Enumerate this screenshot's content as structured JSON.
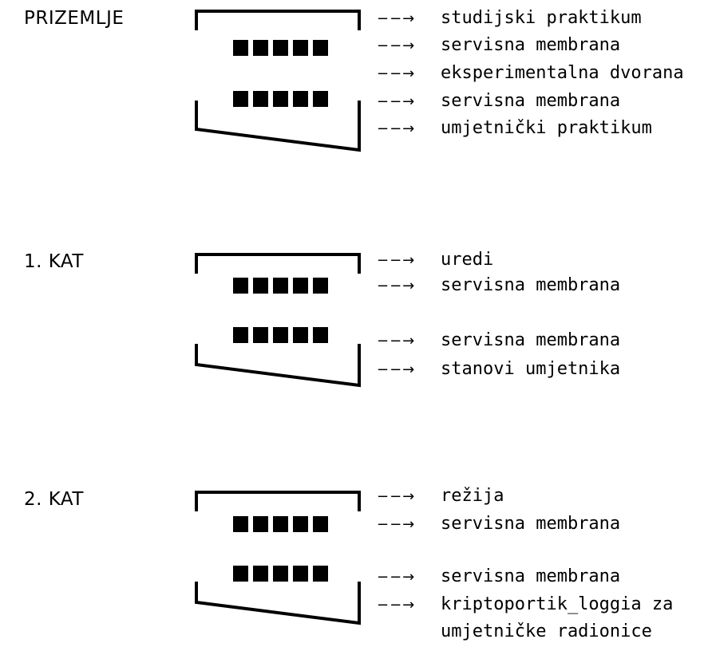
{
  "arrow": "−−→",
  "levels": [
    {
      "label": "PRIZEMLJE",
      "items": [
        "studijski praktikum",
        "servisna membrana",
        "eksperimentalna dvorana",
        "servisna membrana",
        "umjetnički praktikum"
      ]
    },
    {
      "label": "1. KAT",
      "items": [
        "uredi",
        "servisna membrana",
        "servisna membrana",
        "stanovi umjetnika"
      ]
    },
    {
      "label": "2. KAT",
      "items": [
        "režija",
        "servisna membrana",
        "servisna membrana",
        "kriptoportik_loggia za",
        "umjetničke radionice"
      ]
    }
  ]
}
